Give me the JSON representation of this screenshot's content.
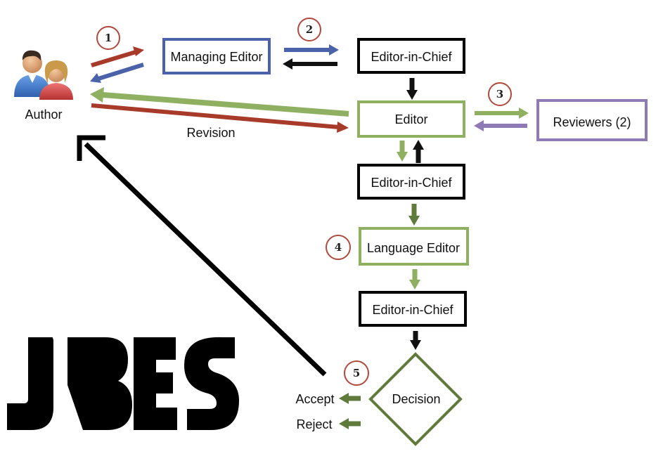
{
  "colors": {
    "red": "#a83a2a",
    "blue": "#4a62aa",
    "black": "#111111",
    "green": "#8fb060",
    "dark_green": "#5f7a3a",
    "purple": "#8e7bb5",
    "step_circle": "#b04a3c"
  },
  "author": {
    "label": "Author",
    "icon": "two-people-icon"
  },
  "boxes": {
    "managing_editor": "Managing Editor",
    "eic_top": "Editor-in-Chief",
    "editor": "Editor",
    "reviewers": "Reviewers (2)",
    "eic_mid": "Editor-in-Chief",
    "language_editor": "Language Editor",
    "eic_bottom": "Editor-in-Chief",
    "decision": "Decision"
  },
  "labels": {
    "revision": "Revision",
    "accept": "Accept",
    "reject": "Reject"
  },
  "steps": [
    "1",
    "2",
    "3",
    "4",
    "5"
  ],
  "logo": {
    "text": "JBES"
  }
}
